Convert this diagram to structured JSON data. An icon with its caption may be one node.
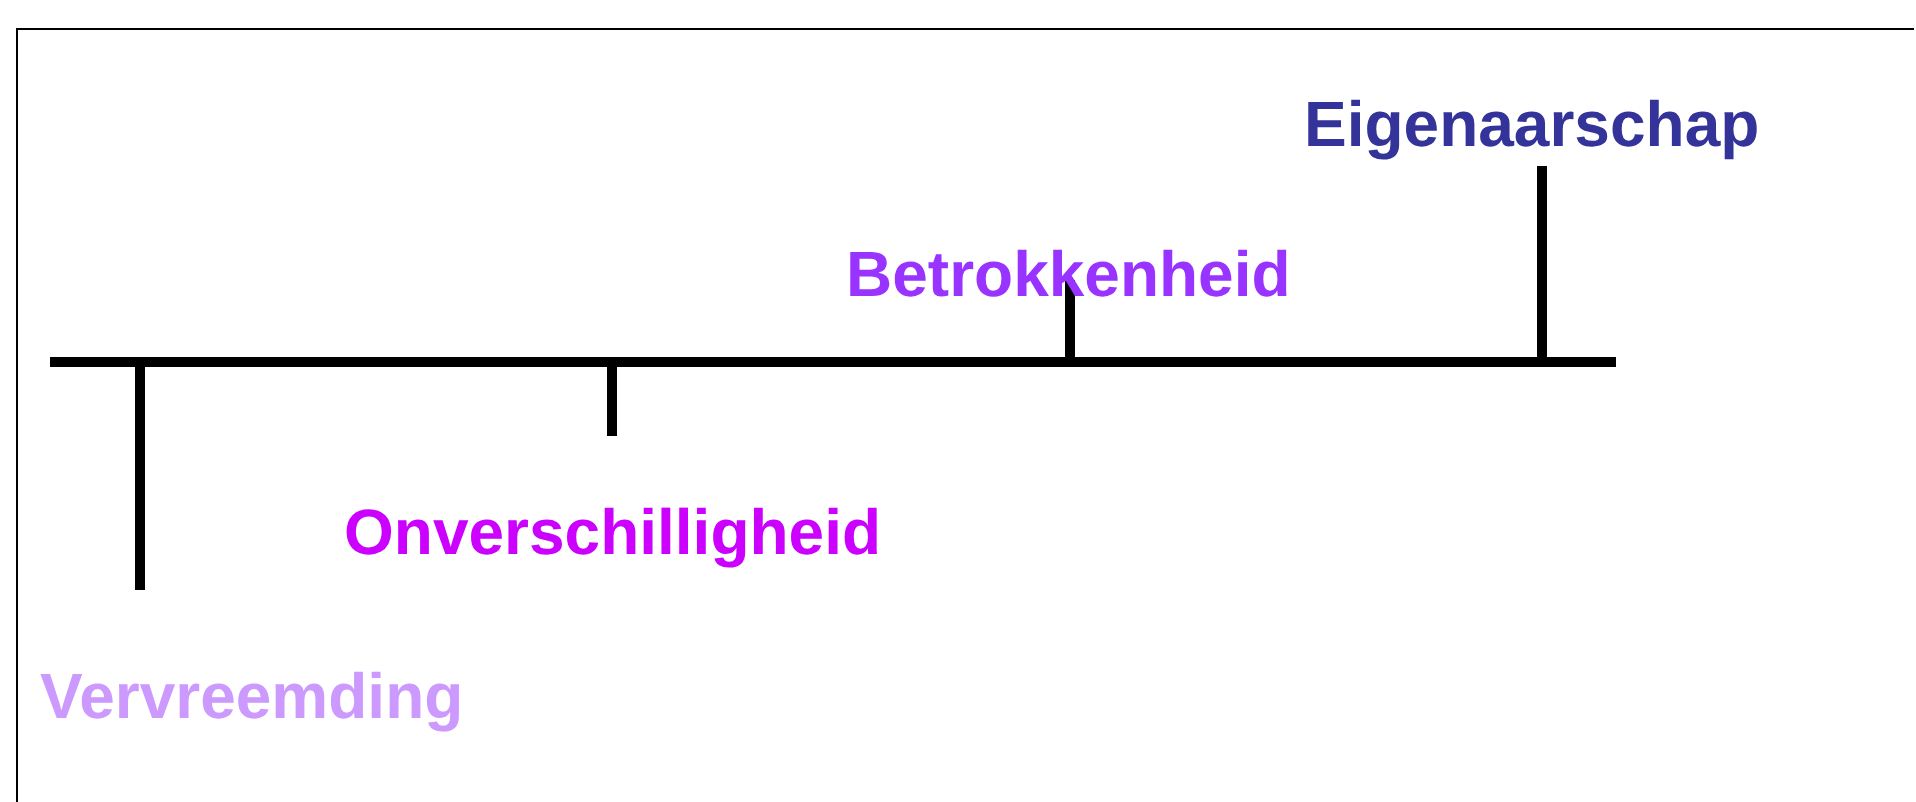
{
  "diagram": {
    "labels": [
      "Eigenaarschap",
      "Betrokkenheid",
      "Onverschilligheid",
      "Vervreemding"
    ]
  }
}
